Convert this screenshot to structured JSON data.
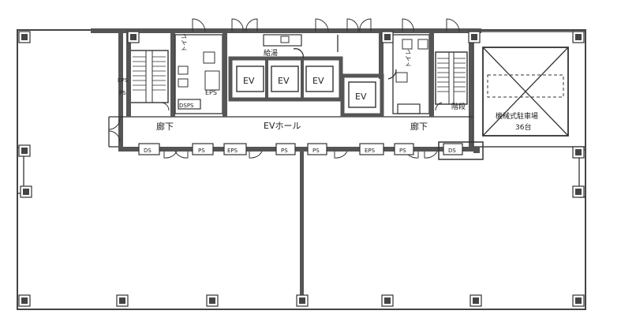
{
  "labels": {
    "eps_left": "EPS",
    "ps_left": "PS",
    "corridor_left": "廊下",
    "ev_hall": "EVホール",
    "corridor_right": "廊下",
    "restroom_left": "トイレ",
    "restroom_right": "トイレ",
    "eps_mid": "EPS",
    "dsps": "DSPS",
    "kyutou": "給湯",
    "stairs": "階段",
    "ev": "EV",
    "parking_title": "機械式駐車場",
    "parking_count": "36台",
    "ds": "DS",
    "ps": "PS",
    "eps": "EPS"
  },
  "colors": {
    "wall": "#555555",
    "line": "#333333",
    "background": "#ffffff"
  }
}
